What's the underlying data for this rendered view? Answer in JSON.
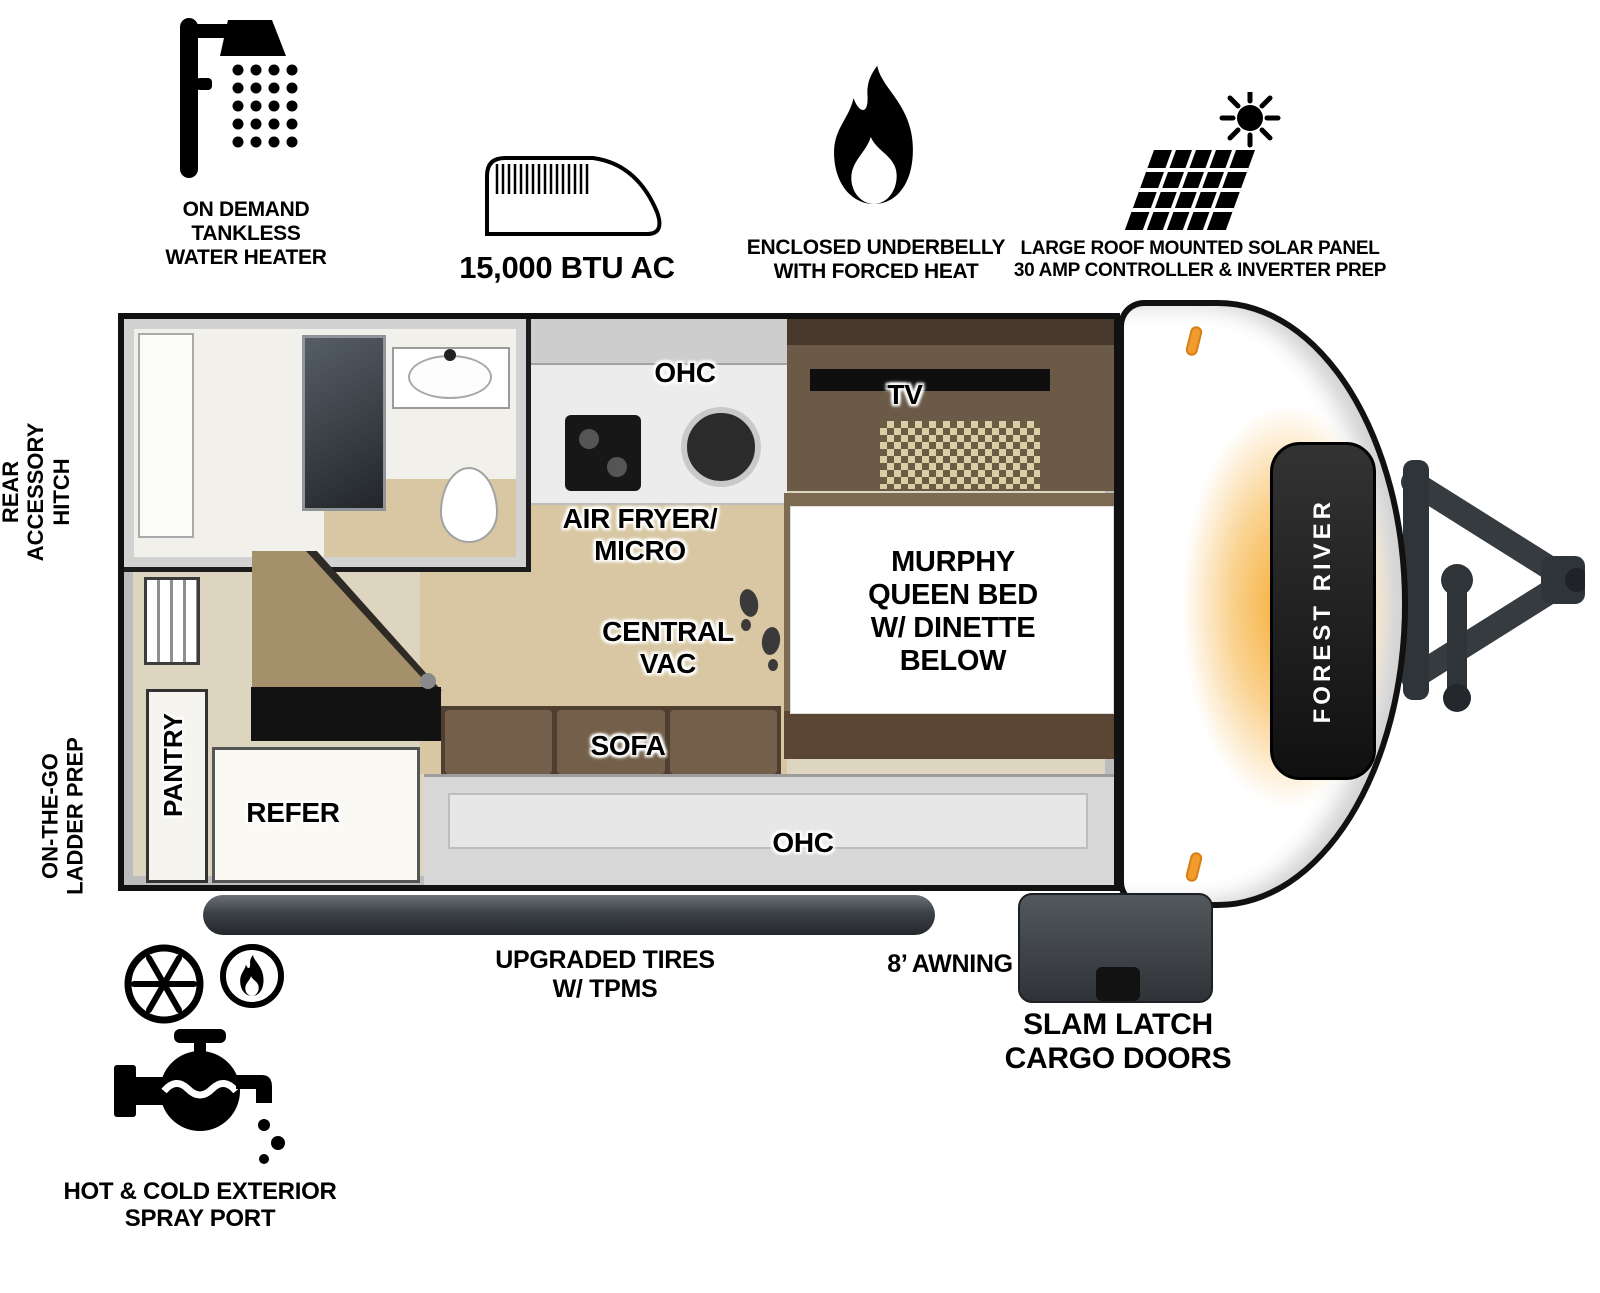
{
  "features": {
    "water_heater": [
      "ON DEMAND",
      "TANKLESS",
      "WATER HEATER"
    ],
    "ac": "15,000 BTU AC",
    "underbelly": [
      "ENCLOSED UNDERBELLY",
      "WITH FORCED HEAT"
    ],
    "solar": [
      "LARGE ROOF MOUNTED SOLAR PANEL",
      "30 AMP CONTROLLER & INVERTER PREP"
    ],
    "spray_port": [
      "HOT & COLD EXTERIOR",
      "SPRAY PORT"
    ]
  },
  "side_labels": {
    "rear_hitch": [
      "REAR",
      "ACCESSORY",
      "HITCH"
    ],
    "ladder_prep": [
      "ON-THE-GO",
      "LADDER PREP"
    ]
  },
  "floorplan": {
    "ohc_top": "OHC",
    "tv": "TV",
    "air_fryer_micro": [
      "AIR FRYER/",
      "MICRO"
    ],
    "central_vac": [
      "CENTRAL",
      "VAC"
    ],
    "murphy_bed": [
      "MURPHY",
      "QUEEN BED",
      "W/ DINETTE",
      "BELOW"
    ],
    "sofa": "SOFA",
    "pantry": "PANTRY",
    "refer": "REFER",
    "ohc_bottom": "OHC",
    "brand": "FOREST RIVER"
  },
  "bottom_labels": {
    "tires": [
      "UPGRADED TIRES",
      "W/ TPMS"
    ],
    "awning": "8’ AWNING",
    "cargo_doors": [
      "SLAM LATCH",
      "CARGO DOORS"
    ]
  },
  "colors": {
    "accent_orange": "#F29B2E",
    "cabinet_brown": "#6B5A48",
    "floor_tan": "#D8C7A2",
    "wall_gray": "#BCBCBC",
    "chassis_gray": "#3C4146"
  }
}
